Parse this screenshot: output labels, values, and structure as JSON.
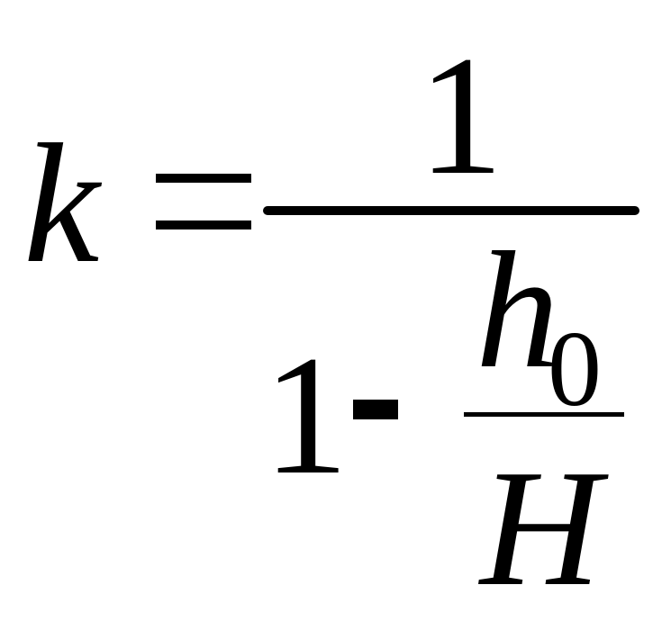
{
  "formula": {
    "lhs": "k",
    "equals": "=",
    "numerator": "1",
    "denominator": {
      "one": "1",
      "minus": "-",
      "fraction": {
        "numerator_var": "h",
        "numerator_subscript": "0",
        "denominator_var": "H"
      }
    }
  }
}
